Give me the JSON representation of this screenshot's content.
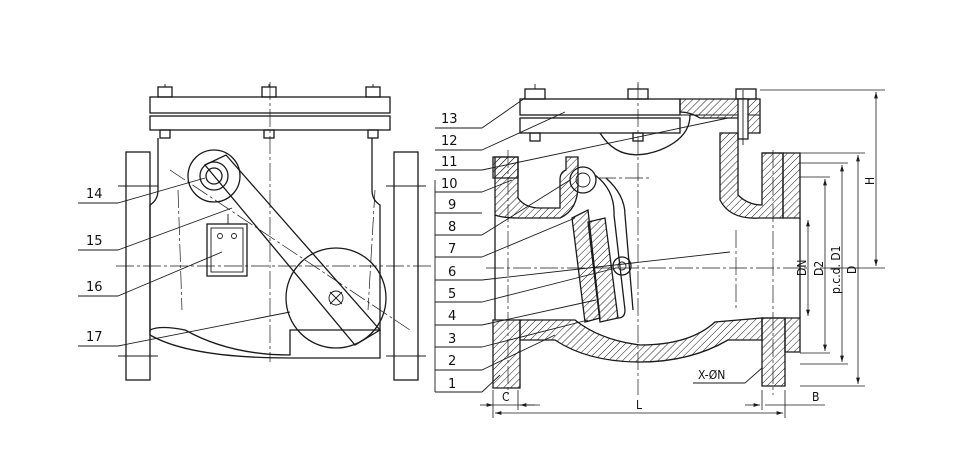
{
  "part_numbers": [
    "1",
    "2",
    "3",
    "4",
    "5",
    "6",
    "7",
    "8",
    "9",
    "10",
    "11",
    "12",
    "13",
    "14",
    "15",
    "16",
    "17"
  ],
  "dimensions": {
    "H": "H",
    "D": "D",
    "D1": "p.c.d. D1",
    "D2": "D2",
    "DN": "DN",
    "L": "L",
    "C": "C",
    "B": "B",
    "bolt_holes": "X-ØN"
  }
}
